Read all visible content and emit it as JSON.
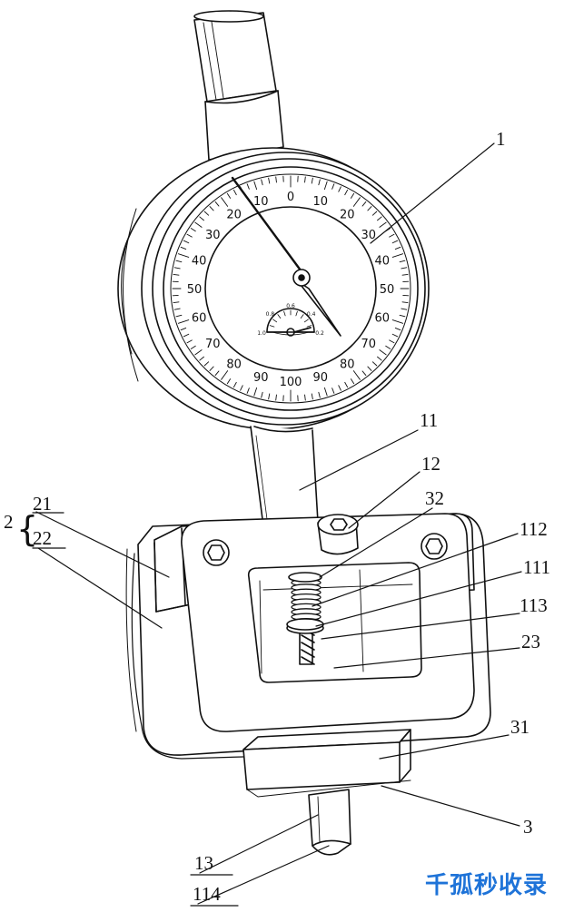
{
  "dial": {
    "outer_numbers": [
      "0",
      "10",
      "10",
      "20",
      "20",
      "30",
      "30",
      "40",
      "40",
      "50",
      "50",
      "60",
      "60",
      "70",
      "70",
      "80",
      "80",
      "90",
      "90",
      "100"
    ],
    "small_dial": {
      "numbers": [
        "1.0",
        "0.8",
        "0.6",
        "0.4",
        "0.2"
      ]
    }
  },
  "labels": {
    "l1": "1",
    "l11": "11",
    "l12": "12",
    "l2": "2",
    "l21": "21",
    "l22": "22",
    "l32": "32",
    "l112": "112",
    "l111": "111",
    "l113": "113",
    "l23": "23",
    "l31": "31",
    "l3": "3",
    "l13": "13",
    "l114": "114",
    "brace": "{"
  },
  "watermark": "千孤秒收录"
}
